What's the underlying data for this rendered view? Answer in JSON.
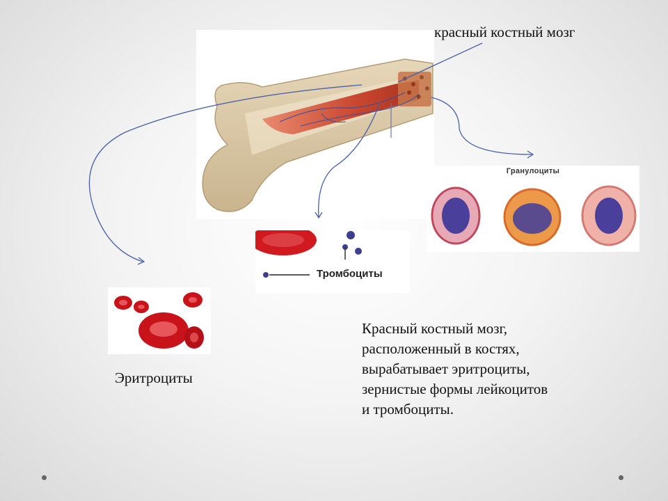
{
  "labels": {
    "red_marrow": "красный костный мозг",
    "granulocytes": "Гранулоциты",
    "thrombocytes": "Тромбоциты",
    "erythrocytes": "Эритроциты"
  },
  "description": {
    "lines": [
      "Красный костный мозг,",
      "расположенный в костях,",
      "вырабатывает эритроциты,",
      "зернистые формы лейкоцитов",
      "и тромбоциты."
    ]
  },
  "colors": {
    "bone": "#d8c6a4",
    "marrow": "#c9472f",
    "arrow": "#4a5fa8",
    "blood_cell": "#c8131b"
  }
}
